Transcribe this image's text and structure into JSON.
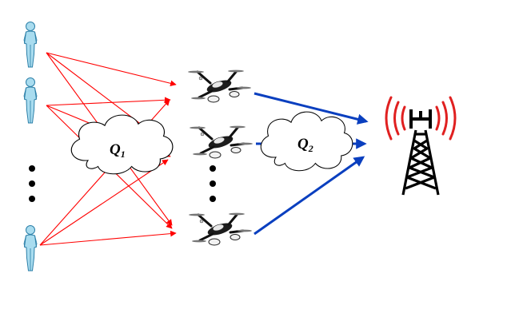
{
  "clouds": [
    {
      "label": "Q",
      "subscript": "1"
    },
    {
      "label": "Q",
      "subscript": "2"
    }
  ],
  "icons": {
    "user": "person-icon",
    "uav": "drone-icon",
    "base_station": "cell-tower-icon"
  },
  "colors": {
    "user_to_uav_link": "#ff0000",
    "uav_to_bs_link": "#0a3fbf",
    "tower_wave": "#e02020",
    "person_fill": "#a9dcef",
    "person_stroke": "#2b7fa8",
    "tower": "#000000"
  },
  "nodes": {
    "users": [
      "user-1",
      "user-2",
      "user-k"
    ],
    "uavs": [
      "uav-1",
      "uav-2",
      "uav-m"
    ],
    "base_station": "base-station"
  }
}
